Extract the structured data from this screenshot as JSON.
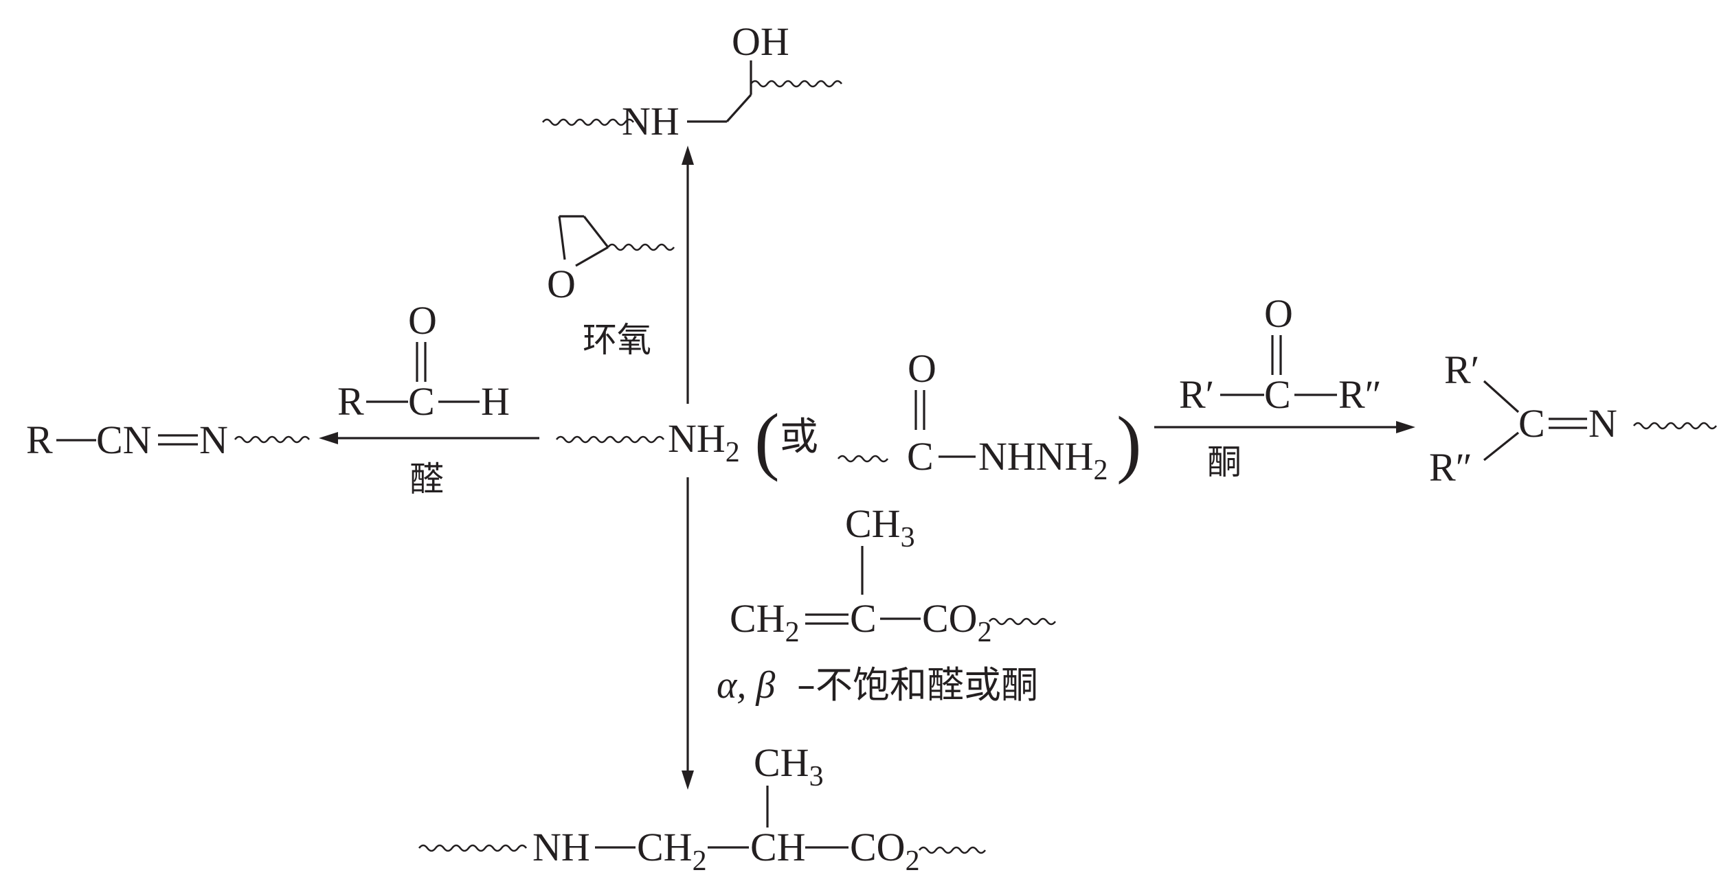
{
  "center": {
    "amine": "NH",
    "amine_sub": "2",
    "paren_open": "(",
    "paren_close": ")",
    "or": "或",
    "hydrazide": {
      "O": "O",
      "C": "C",
      "rest": "NHNH",
      "rest_sub": "2"
    }
  },
  "top_product": {
    "OH": "OH",
    "NH": "NH"
  },
  "epoxide": {
    "O": "O",
    "label": "环氧"
  },
  "aldehyde": {
    "O": "O",
    "R": "R",
    "C": "C",
    "H": "H",
    "label": "醛"
  },
  "left_product": {
    "R": "R",
    "CN": "CN",
    "N": "N"
  },
  "ketone": {
    "O": "O",
    "R1": "R′",
    "C": "C",
    "R2": "R″",
    "label": "酮"
  },
  "right_product": {
    "R1": "R′",
    "R2": "R″",
    "C": "C",
    "N": "N"
  },
  "methacrylate": {
    "CH3": "CH",
    "CH3_sub": "3",
    "CH2": "CH",
    "CH2_sub": "2",
    "C": "C",
    "CO2": "CO",
    "CO2_sub": "2"
  },
  "unsaturated_label": {
    "greek": "α, β",
    "text": "–不饱和醛或酮"
  },
  "bottom_product": {
    "CH3": "CH",
    "CH3_sub": "3",
    "NH": "NH",
    "CH2": "CH",
    "CH2_sub": "2",
    "CH": "CH",
    "CO2": "CO",
    "CO2_sub": "2"
  }
}
